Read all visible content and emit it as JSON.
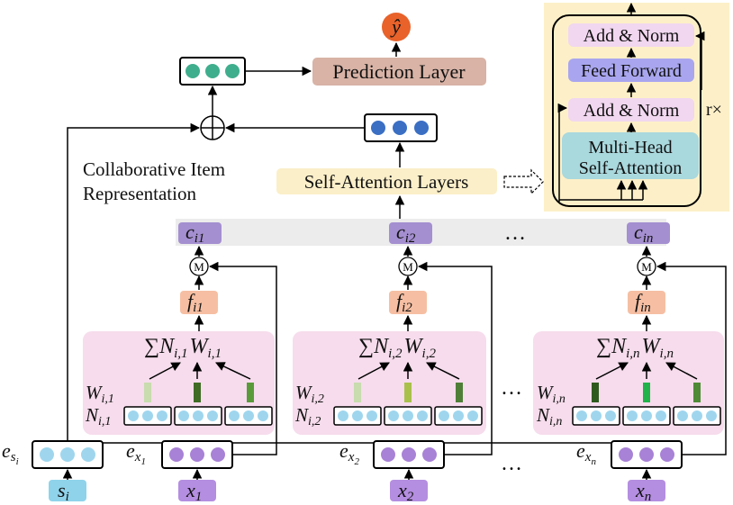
{
  "output": {
    "symbol": "ŷ"
  },
  "prediction": {
    "label": "Prediction Layer"
  },
  "self_attention": {
    "label": "Self-Attention Layers"
  },
  "collab": {
    "line1": "Collaborative Item",
    "line2": "Representation"
  },
  "transformer": {
    "add_norm_top": "Add & Norm",
    "feed_forward": "Feed Forward",
    "add_norm_bottom": "Add & Norm",
    "mha_line1": "Multi-Head",
    "mha_line2": "Self-Attention",
    "repeat": "r×"
  },
  "ellipsis": "…",
  "merge_symbol": "M",
  "items": [
    {
      "c": "c",
      "c_sub": "i1",
      "f": "f",
      "f_sub": "i1",
      "sum_n": "N",
      "sum_n_sub": "i,1",
      "sum_w": "W",
      "sum_w_sub": "i,1",
      "w": "W",
      "w_sub": "i,1",
      "n": "N",
      "n_sub": "i,1",
      "e": "e",
      "e_sub": "x",
      "e_subsub": "1",
      "x": "x",
      "x_sub": "1"
    },
    {
      "c": "c",
      "c_sub": "i2",
      "f": "f",
      "f_sub": "i2",
      "sum_n": "N",
      "sum_n_sub": "i,2",
      "sum_w": "W",
      "sum_w_sub": "i,2",
      "w": "W",
      "w_sub": "i,2",
      "n": "N",
      "n_sub": "i,2",
      "e": "e",
      "e_sub": "x",
      "e_subsub": "2",
      "x": "x",
      "x_sub": "2"
    },
    {
      "c": "c",
      "c_sub": "in",
      "f": "f",
      "f_sub": "in",
      "sum_n": "N",
      "sum_n_sub": "i,n",
      "sum_w": "W",
      "sum_w_sub": "i,n",
      "w": "W",
      "w_sub": "i,n",
      "n": "N",
      "n_sub": "i,n",
      "e": "e",
      "e_sub": "x",
      "e_subsub": "n",
      "x": "x",
      "x_sub": "n"
    }
  ],
  "seed": {
    "e": "e",
    "e_sub": "s",
    "e_subsub": "i",
    "s": "s",
    "s_sub": "i"
  },
  "colors": {
    "output_node": "#e8622a",
    "teal_node": "#3fae8c",
    "blue_node": "#3a6fc4",
    "embed_purple": "#a882d6",
    "embed_light": "#9fd6ee",
    "c_box": "#a48fd0",
    "f_box": "#f6bfa3",
    "pink_panel": "#f6dcec",
    "prediction_box": "#d8b3a6",
    "sa_box": "#fbefc9",
    "transformer_bg": "#fdf0c8",
    "add_norm": "#f1d7ef",
    "feed_forward": "#a9a6ef",
    "mha": "#a9d8dd",
    "grey_band": "#ececec",
    "s_box": "#8fd3ea",
    "x_box": "#b48ee0"
  }
}
